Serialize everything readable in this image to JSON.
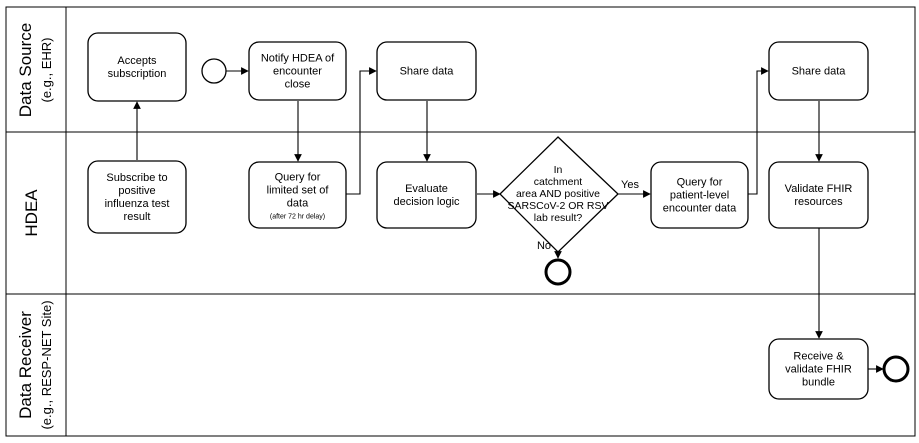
{
  "lanes": [
    {
      "title": "Data Source",
      "subtitle": "(e.g., EHR)"
    },
    {
      "title": "HDEA",
      "subtitle": ""
    },
    {
      "title": "Data Receiver",
      "subtitle": "(e.g., RESP-NET Site)"
    }
  ],
  "tasks": {
    "accepts_subscription": [
      "Accepts",
      "subscription"
    ],
    "notify_hdea": [
      "Notify HDEA of",
      "encounter",
      "close"
    ],
    "share_data_1": [
      "Share data"
    ],
    "share_data_2": [
      "Share data"
    ],
    "subscribe": [
      "Subscribe to",
      "positive",
      "influenza test",
      "result"
    ],
    "query_limited": [
      "Query for",
      "limited set of",
      "data"
    ],
    "query_limited_note": "(after 72 hr delay)",
    "evaluate": [
      "Evaluate",
      "decision logic"
    ],
    "query_patient": [
      "Query for",
      "patient-level",
      "encounter data"
    ],
    "validate_fhir": [
      "Validate FHIR",
      "resources"
    ],
    "receive_validate": [
      "Receive &",
      "validate FHIR",
      "bundle"
    ]
  },
  "gateway": {
    "lines": [
      "In",
      "catchment",
      "area AND positive",
      "SARSCoV-2 OR RSV",
      "lab result?"
    ],
    "yes_label": "Yes",
    "no_label": "No"
  }
}
